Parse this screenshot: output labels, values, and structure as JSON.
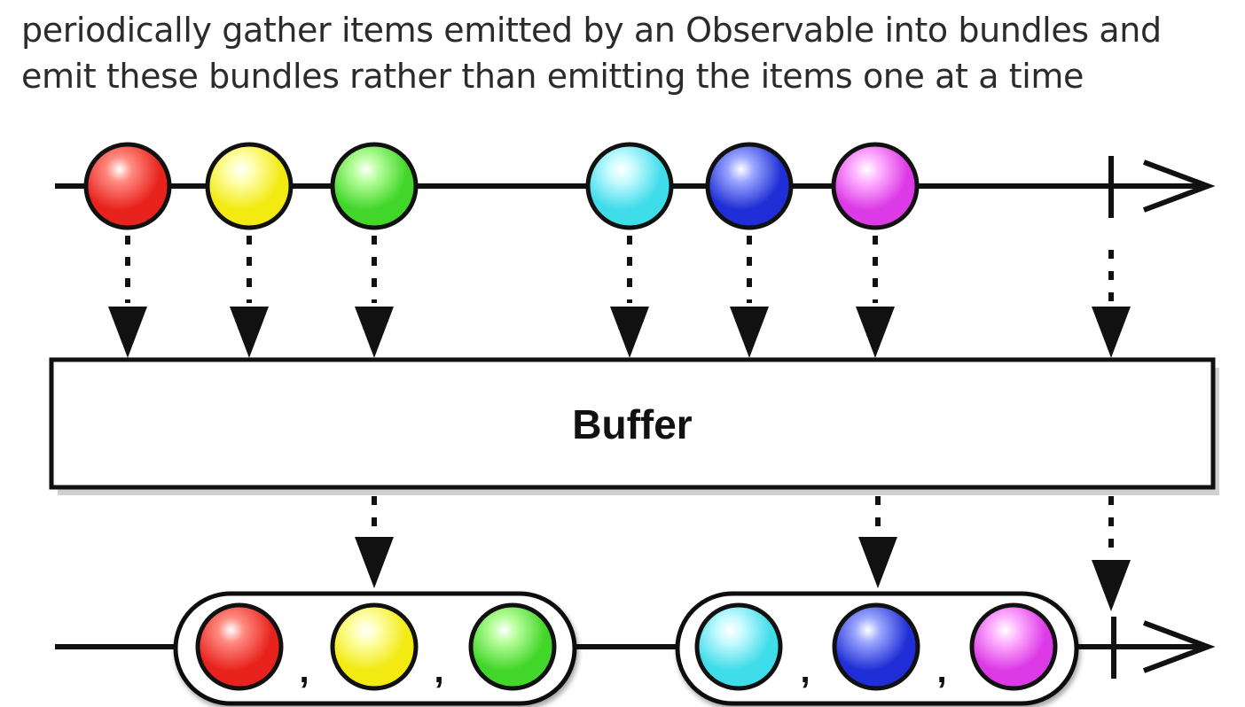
{
  "caption": {
    "line1": "periodically gather items emitted by an Observable into bundles and",
    "line2": "emit these bundles rather than emitting the items one at a time"
  },
  "operator": {
    "label": "Buffer"
  },
  "items": [
    {
      "color": "#e8231d",
      "light": "#ff8a80"
    },
    {
      "color": "#f2ea10",
      "light": "#ffffb0"
    },
    {
      "color": "#43d62a",
      "light": "#b8ff9c"
    },
    {
      "color": "#3fdcea",
      "light": "#c8fbff"
    },
    {
      "color": "#1f2ed6",
      "light": "#9aa6ff"
    },
    {
      "color": "#dc3ae6",
      "light": "#ffb6ff"
    }
  ],
  "bundles": [
    {
      "items": [
        0,
        1,
        2
      ],
      "separator": ","
    },
    {
      "items": [
        3,
        4,
        5
      ],
      "separator": ","
    }
  ]
}
